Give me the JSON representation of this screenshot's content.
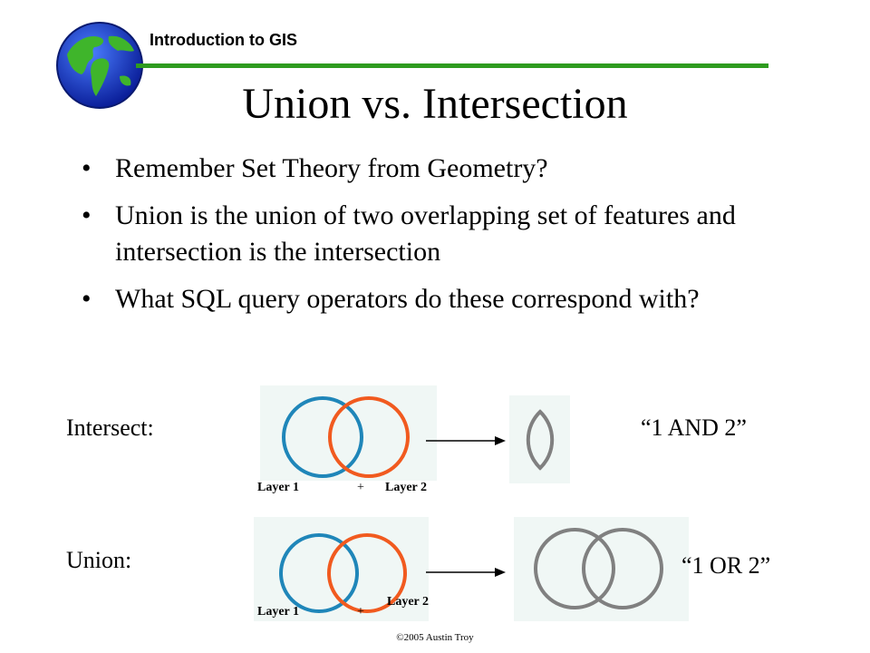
{
  "header": {
    "course_title": "Introduction to GIS",
    "accent_color": "#2e9b1f",
    "globe_icon": "globe-icon"
  },
  "slide": {
    "title": "Union vs. Intersection",
    "bullets": [
      "Remember Set Theory from Geometry?",
      "Union is the union of two overlapping set of features and intersection is the intersection",
      "What SQL query operators do these correspond with?"
    ],
    "bullet_glyph": "•"
  },
  "diagram": {
    "intersect": {
      "label": "Intersect:",
      "layer1": "Layer 1",
      "plus": "+",
      "layer2": "Layer 2",
      "result": "“1 AND 2”"
    },
    "union": {
      "label": "Union:",
      "layer1": "Layer 1",
      "plus": "+",
      "layer2": "Layer 2",
      "result": "“1 OR 2”"
    },
    "colors": {
      "layer1": "#1f86b9",
      "layer2": "#f15a1f",
      "result": "#808080",
      "panel": "#f0f7f5"
    }
  },
  "footer": {
    "copyright": "©2005 Austin Troy"
  }
}
